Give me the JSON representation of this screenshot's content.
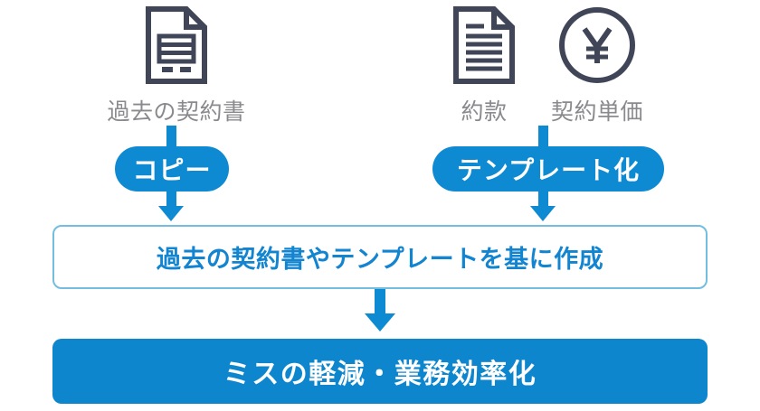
{
  "diagram": {
    "accent_blue": "#0d8ad2",
    "filled_blue": "#0d86ce",
    "outline_blue": "#74bde0",
    "label_gray": "#8a8a8e",
    "icon_navy": "#414558",
    "sources": [
      {
        "id": "past-contract",
        "icon": "document-with-table-icon",
        "label": "過去の契約書"
      },
      {
        "id": "terms",
        "icon": "document-lined-icon",
        "label": "約款"
      },
      {
        "id": "unit-price",
        "icon": "yen-circle-icon",
        "label": "契約単価"
      }
    ],
    "actions": [
      {
        "id": "copy",
        "label": "コピー"
      },
      {
        "id": "templatize",
        "label": "テンプレート化"
      }
    ],
    "process_box": {
      "label": "過去の契約書やテンプレートを基に作成"
    },
    "result_box": {
      "label": "ミスの軽減・業務効率化"
    }
  }
}
